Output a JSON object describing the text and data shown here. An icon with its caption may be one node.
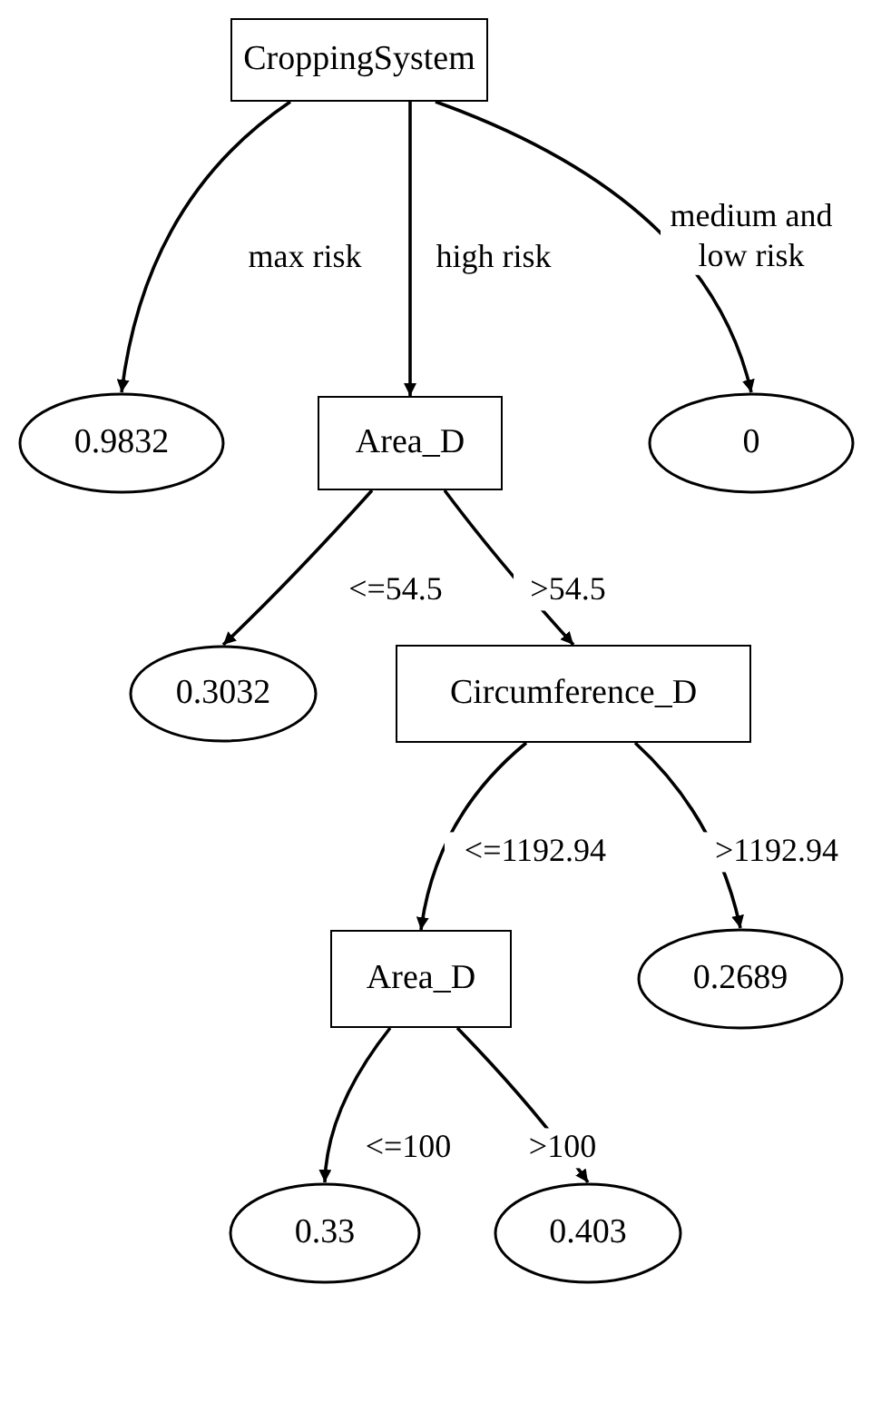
{
  "diagram": {
    "nodes": [
      {
        "text": [
          "CroppingSystem"
        ]
      },
      {
        "text": [
          "0.9832"
        ]
      },
      {
        "text": [
          "Area_D"
        ]
      },
      {
        "text": [
          "0"
        ]
      },
      {
        "text": [
          "0.3032"
        ]
      },
      {
        "text": [
          "Circumference_D"
        ]
      },
      {
        "text": [
          "Area_D"
        ]
      },
      {
        "text": [
          "0.2689"
        ]
      },
      {
        "text": [
          "0.33"
        ]
      },
      {
        "text": [
          "0.403"
        ]
      }
    ],
    "edges": [
      {
        "from": 0,
        "to": 1,
        "arrow": "to",
        "label": "max risk"
      },
      {
        "from": 0,
        "to": 2,
        "arrow": "to",
        "label": "high risk"
      },
      {
        "from": 0,
        "to": 3,
        "arrow": "to",
        "label": "medium and low risk"
      },
      {
        "from": 2,
        "to": 4,
        "arrow": "to",
        "label": "<=54.5"
      },
      {
        "from": 2,
        "to": 5,
        "arrow": "to",
        "label": ">54.5"
      },
      {
        "from": 5,
        "to": 6,
        "arrow": "to",
        "label": "<=1192.94"
      },
      {
        "from": 5,
        "to": 7,
        "arrow": "to",
        "label": ">1192.94"
      },
      {
        "from": 6,
        "to": 8,
        "arrow": "to",
        "label": "<=100"
      },
      {
        "from": 6,
        "to": 9,
        "arrow": "to",
        "label": ">100"
      }
    ]
  }
}
